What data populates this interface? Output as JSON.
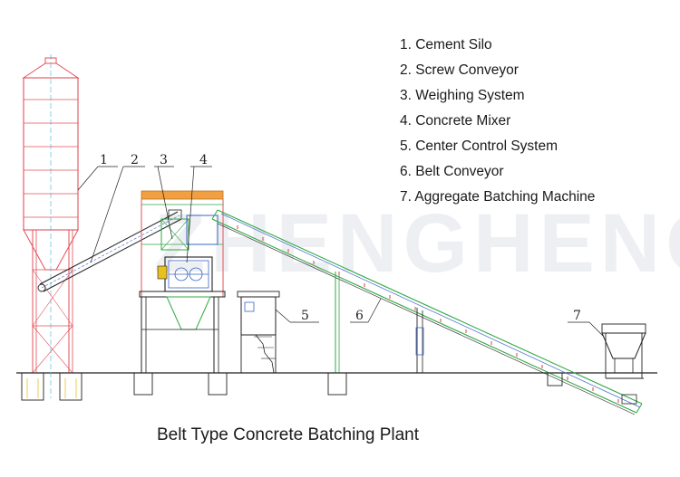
{
  "legend": {
    "items": [
      "1. Cement Silo",
      "2. Screw Conveyor",
      "3. Weighing System",
      "4. Concrete Mixer",
      "5. Center Control System",
      "6. Belt Conveyor",
      "7. Aggregate Batching Machine"
    ]
  },
  "caption": "Belt Type Concrete Batching Plant",
  "callouts": [
    "1",
    "2",
    "3",
    "4",
    "5",
    "6",
    "7"
  ],
  "watermark": "ZHENGHENG",
  "colors": {
    "frame": "#e0505a",
    "conveyor": "#2fa843",
    "detail": "#3a64c8",
    "ink": "#222222",
    "platform": "#f0a040",
    "centerline": "#55c0e0",
    "accent": "#e8c020"
  }
}
